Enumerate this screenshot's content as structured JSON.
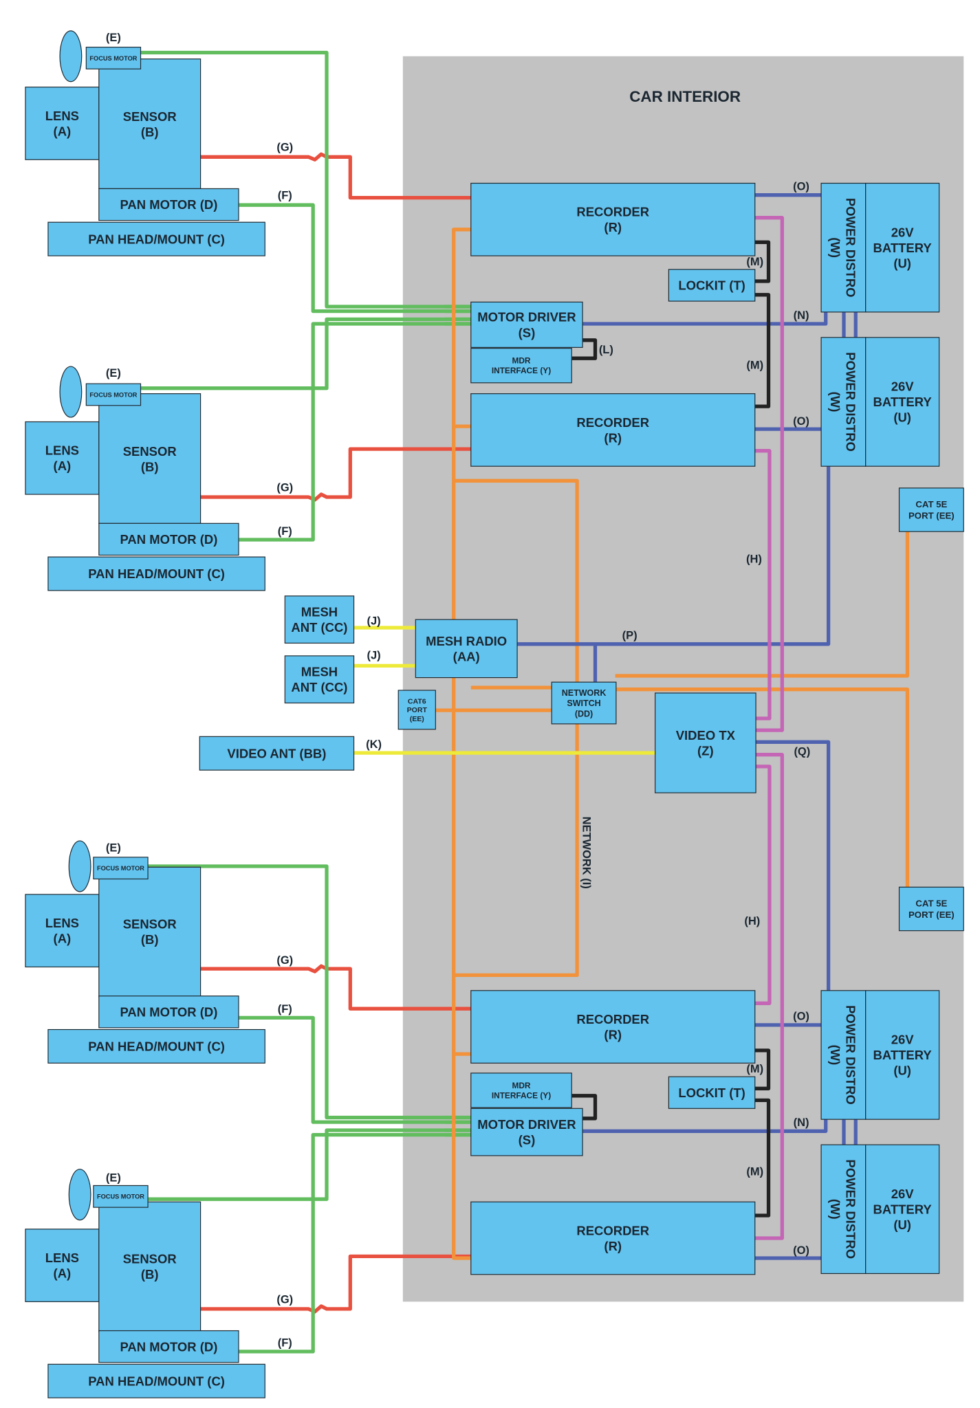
{
  "title": "CAR INTERIOR",
  "colors": {
    "box": "#63c3ef",
    "interior": "#c2c2c2",
    "red": "#e8503f",
    "green": "#62bd5f",
    "orange": "#f2923a",
    "blue": "#4f62b0",
    "magenta": "#c465b5",
    "yellow": "#eeea3a",
    "black": "#222222"
  },
  "camera": {
    "lens": [
      "LENS",
      "(A)"
    ],
    "sensor": [
      "SENSOR",
      "(B)"
    ],
    "focus": "FOCUS MOTOR",
    "pan_motor": "PAN MOTOR (D)",
    "pan_head": "PAN HEAD/MOUNT (C)"
  },
  "components": {
    "recorder": [
      "RECORDER",
      "(R)"
    ],
    "motor_driver": [
      "MOTOR DRIVER",
      "(S)"
    ],
    "mdr": [
      "MDR",
      "INTERFACE (Y)"
    ],
    "lockit": "LOCKIT (T)",
    "power_distro": [
      "POWER DISTRO",
      "(W)"
    ],
    "battery": [
      "26V",
      "BATTERY",
      "(U)"
    ],
    "mesh_radio": [
      "MESH RADIO",
      "(AA)"
    ],
    "mesh_ant": [
      "MESH",
      "ANT (CC)"
    ],
    "video_ant": "VIDEO ANT (BB)",
    "network_switch": [
      "NETWORK",
      "SWITCH",
      "(DD)"
    ],
    "cat6": [
      "CAT6",
      "PORT",
      "(EE)"
    ],
    "cat5e": [
      "CAT 5E",
      "PORT (EE)"
    ],
    "video_tx": [
      "VIDEO TX",
      "(Z)"
    ]
  },
  "wire_labels": {
    "E": "(E)",
    "F": "(F)",
    "G": "(G)",
    "H": "(H)",
    "J": "(J)",
    "K": "(K)",
    "L": "(L)",
    "M": "(M)",
    "N": "(N)",
    "O": "(O)",
    "P": "(P)",
    "Q": "(Q)",
    "network": "NETWORK (I)"
  }
}
